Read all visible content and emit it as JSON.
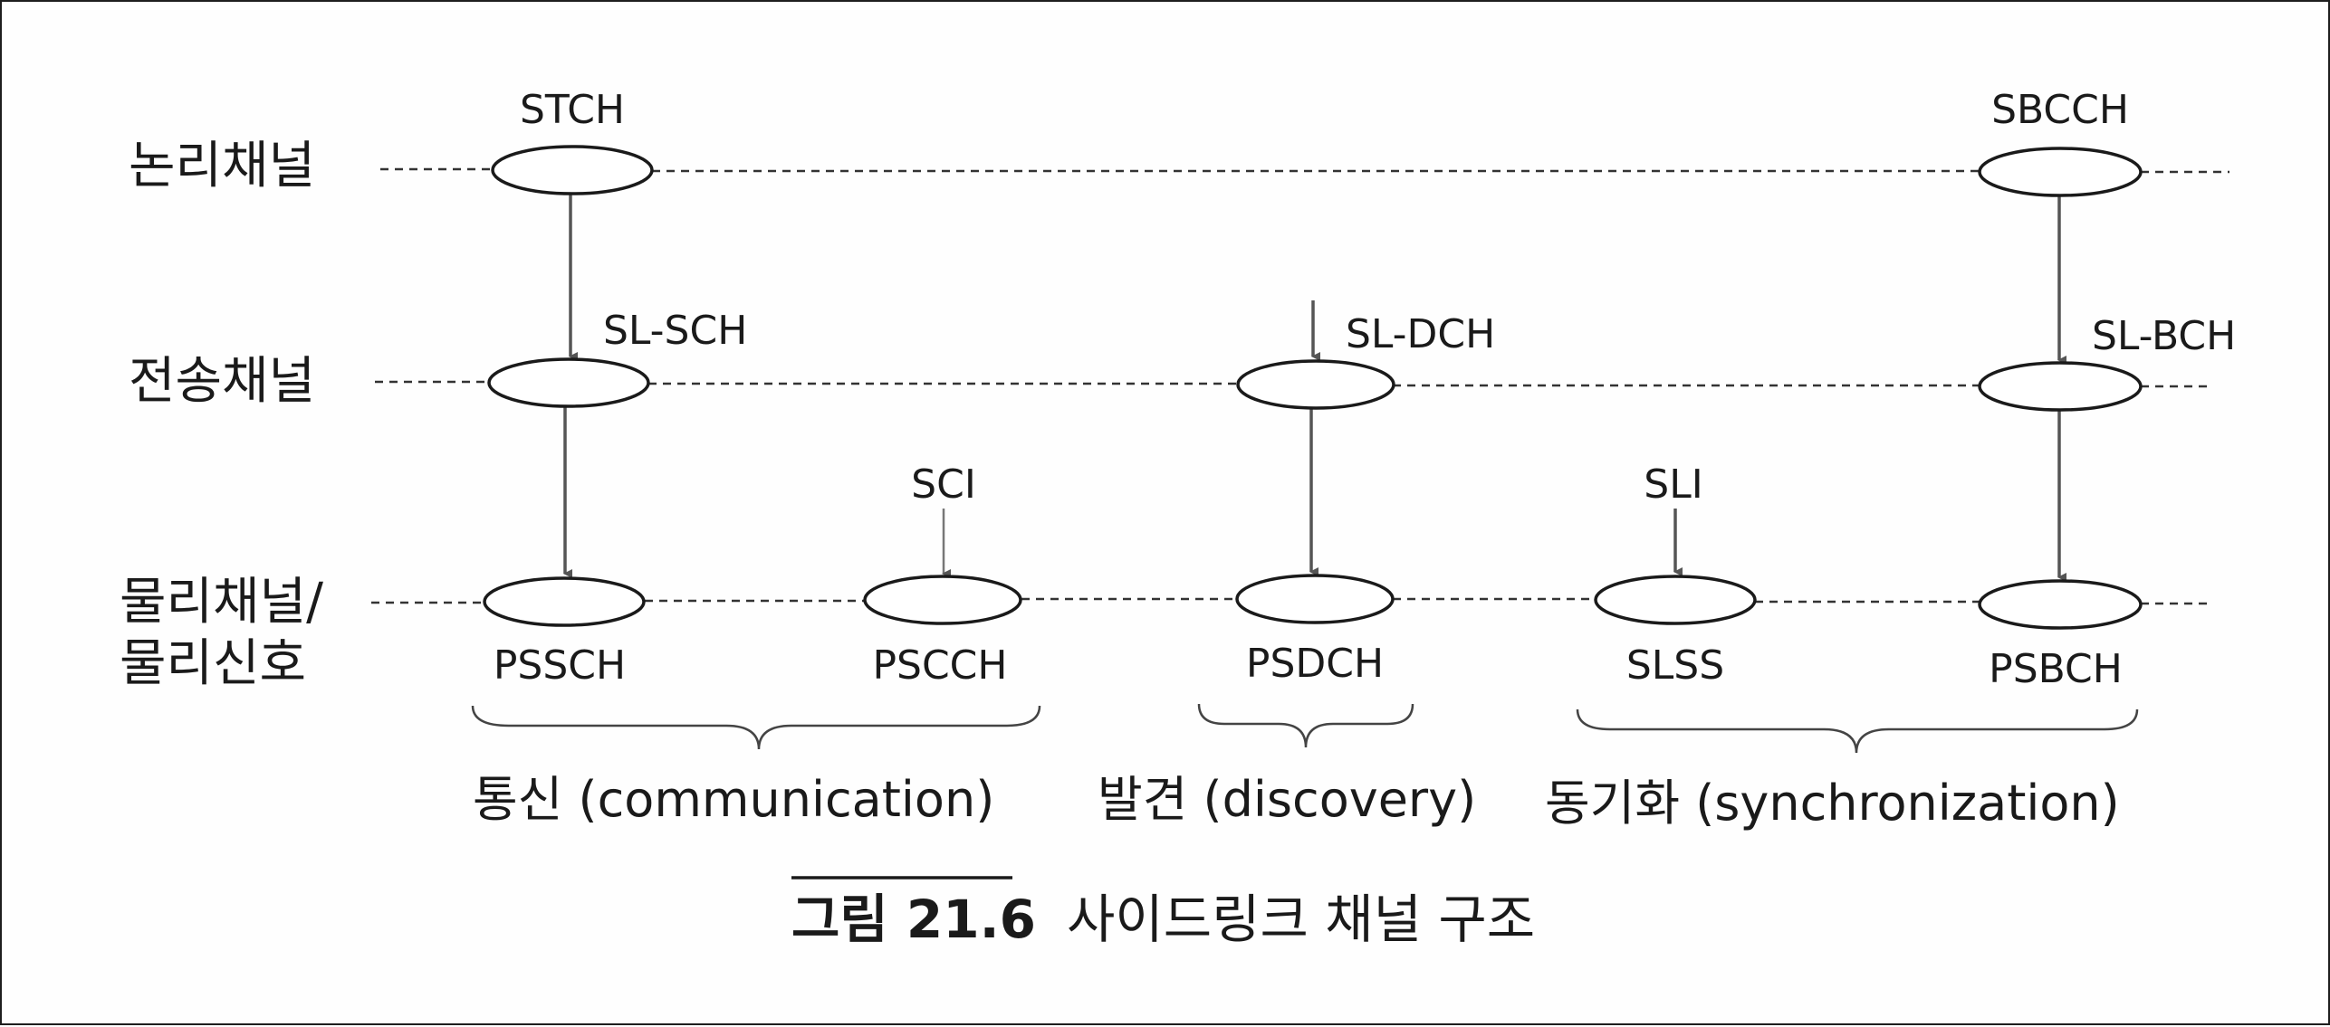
{
  "rows": {
    "logical": "논리채널",
    "transport": "전송채널",
    "physical_1": "물리채널/",
    "physical_2": "물리신호"
  },
  "logical_channels": {
    "stch": "STCH",
    "sbcch": "SBCCH"
  },
  "transport_channels": {
    "sl_sch": "SL-SCH",
    "sl_dch": "SL-DCH",
    "sl_bch": "SL-BCH"
  },
  "control_inputs": {
    "sci": "SCI",
    "sli": "SLI"
  },
  "physical_channels": {
    "pssch": "PSSCH",
    "pscch": "PSCCH",
    "psdch": "PSDCH",
    "slss": "SLSS",
    "psbch": "PSBCH"
  },
  "groups": {
    "communication": "통신 (communication)",
    "discovery": "발견 (discovery)",
    "synchronization": "동기화 (synchronization)"
  },
  "caption": {
    "number": "그림 21.6",
    "title": "사이드링크 채널 구조"
  }
}
